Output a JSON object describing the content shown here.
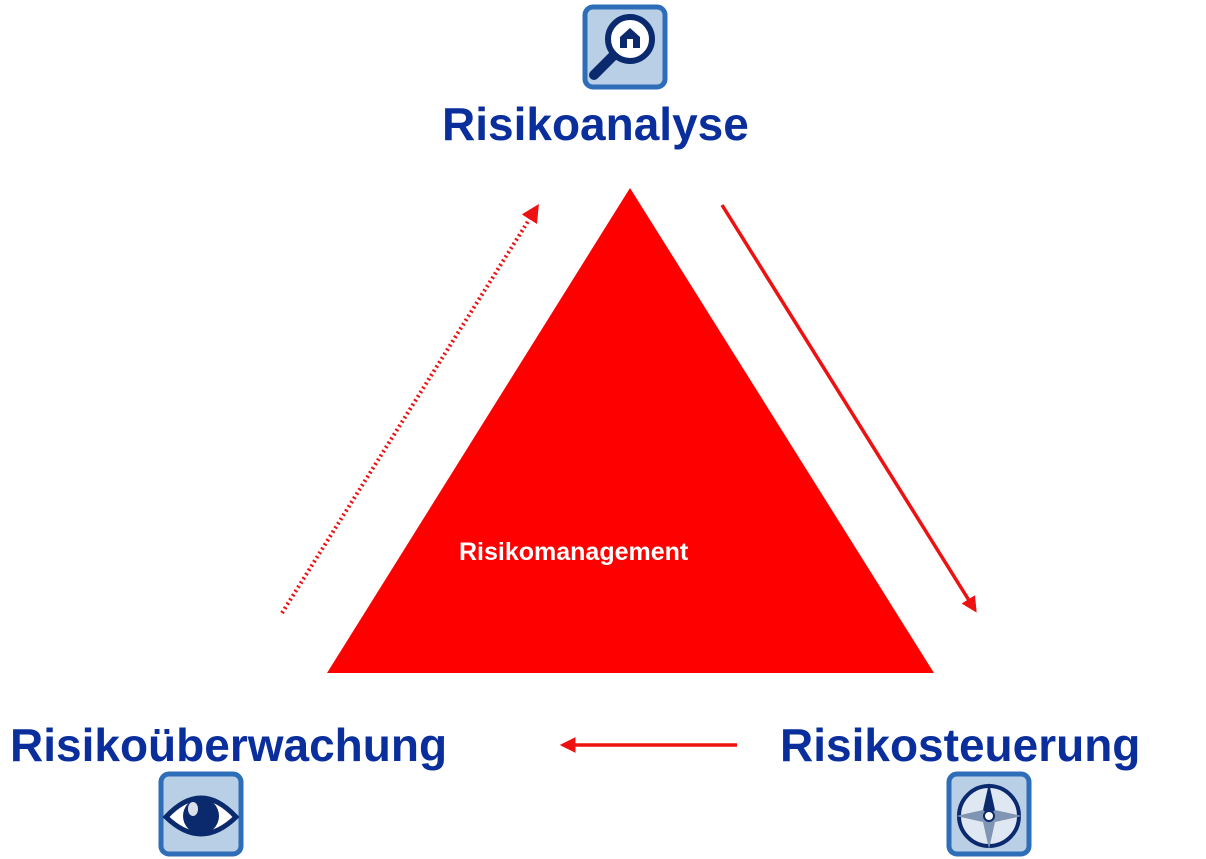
{
  "diagram": {
    "title": "",
    "center_label": "Risikomanagement",
    "nodes": [
      {
        "id": "analyse",
        "label": "Risikoanalyse",
        "icon": "magnifier-house-icon"
      },
      {
        "id": "steuerung",
        "label": "Risikosteuerung",
        "icon": "compass-icon"
      },
      {
        "id": "ueberwachung",
        "label": "Risikoüberwachung",
        "icon": "eye-icon"
      }
    ],
    "edges": [
      {
        "from": "analyse",
        "to": "steuerung",
        "style": "solid"
      },
      {
        "from": "steuerung",
        "to": "ueberwachung",
        "style": "solid"
      },
      {
        "from": "ueberwachung",
        "to": "analyse",
        "style": "dotted"
      }
    ]
  },
  "colors": {
    "label_text": "#0a2f9c",
    "center_text": "#ffffff",
    "triangle": "#ff0000",
    "arrow": "#ee1111",
    "icon_border": "#2e6eb8",
    "icon_fill": "#b8cfe6",
    "icon_dark": "#0b2a6e"
  }
}
